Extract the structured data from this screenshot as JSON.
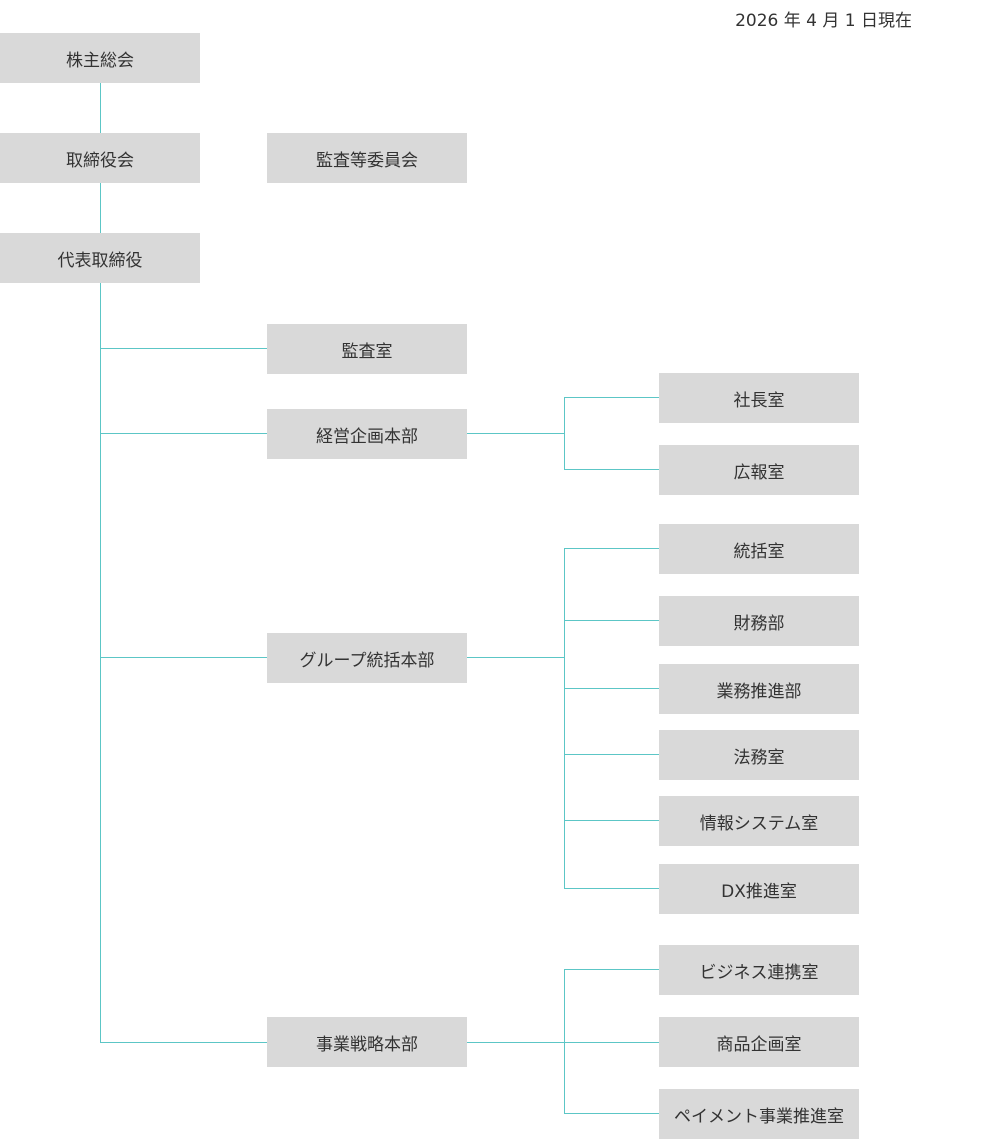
{
  "header": {
    "as_of_date": "2026 年 4 月 1 日現在"
  },
  "org": {
    "shareholders_meeting": "株主総会",
    "board_of_directors": "取締役会",
    "audit_committee": "監査等委員会",
    "representative_director": "代表取締役",
    "audit_office": "監査室",
    "corporate_planning": {
      "label": "経営企画本部",
      "children": [
        "社長室",
        "広報室"
      ]
    },
    "group_management": {
      "label": "グループ統括本部",
      "children": [
        "統括室",
        "財務部",
        "業務推進部",
        "法務室",
        "情報システム室",
        "DX推進室"
      ]
    },
    "business_strategy": {
      "label": "事業戦略本部",
      "children": [
        "ビジネス連携室",
        "商品企画室",
        "ペイメント事業推進室"
      ]
    }
  },
  "colors": {
    "box_fill": "#d9d9d9",
    "connector": "#5cc6c6",
    "text": "#333333"
  }
}
